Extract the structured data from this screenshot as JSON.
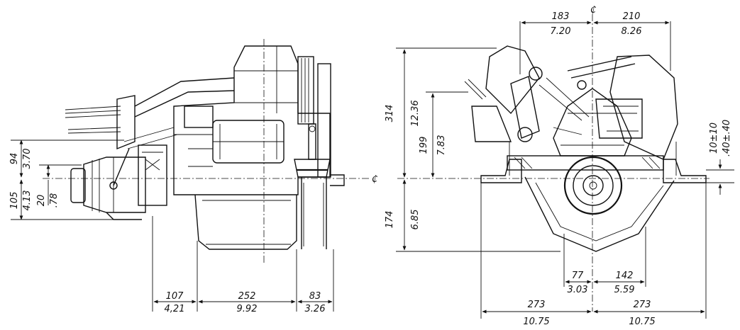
{
  "side_view": {
    "horizontal_dims": [
      {
        "top": "107",
        "bottom": "4,21"
      },
      {
        "top": "252",
        "bottom": "9.92"
      },
      {
        "top": "83",
        "bottom": "3.26"
      }
    ],
    "vertical_dims": [
      {
        "top": "94",
        "bottom": "3.70"
      },
      {
        "top": "105",
        "bottom": "4.13"
      },
      {
        "top": "20",
        "bottom": ".78"
      }
    ],
    "centerline_symbol": "₵"
  },
  "front_view": {
    "top_dims": [
      {
        "top": "183",
        "bottom": "7.20"
      },
      {
        "top": "210",
        "bottom": "8.26"
      }
    ],
    "centerline_symbol": "₵",
    "left_dims": [
      {
        "top": "314",
        "bottom": "12.36"
      },
      {
        "top": "199",
        "bottom": "7.83"
      },
      {
        "top": "174",
        "bottom": "6.85"
      }
    ],
    "right_dims": [
      {
        "top": "10±10",
        "bottom": ".40±.40"
      }
    ],
    "bottom_dims": [
      {
        "top": "77",
        "bottom": "3.03"
      },
      {
        "top": "142",
        "bottom": "5.59"
      },
      {
        "top": "273",
        "bottom": "10.75"
      },
      {
        "top": "273",
        "bottom": "10.75"
      }
    ]
  }
}
